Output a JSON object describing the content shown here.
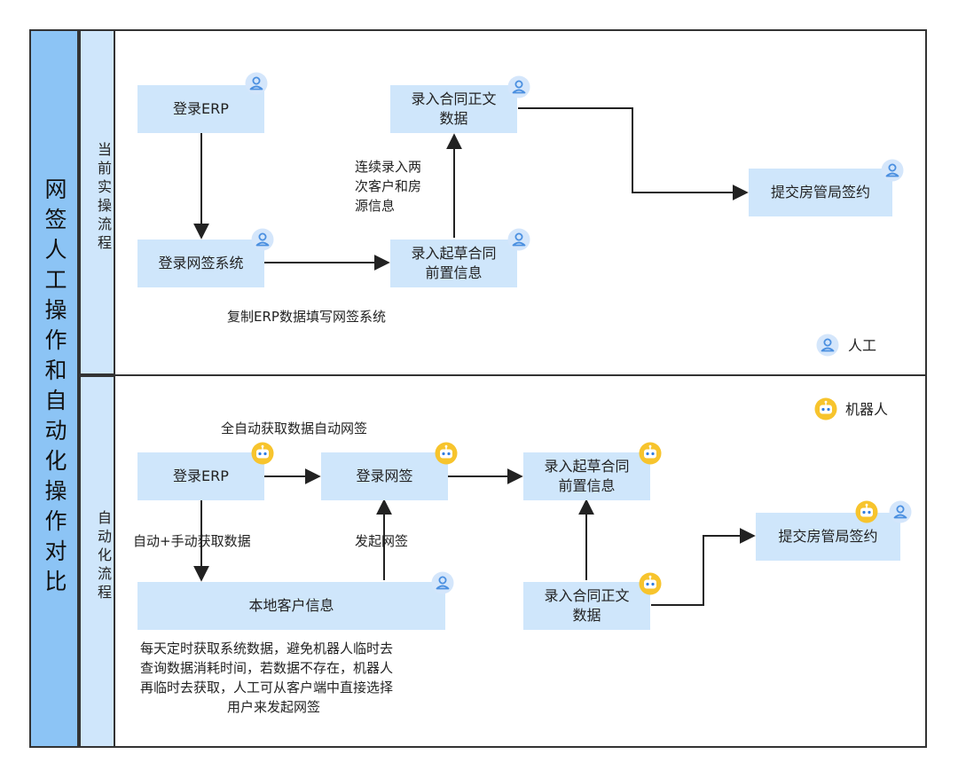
{
  "main_title": "网签人工操作和自动化操作对比",
  "sections": {
    "current": "当前实操流程",
    "auto": "自动化流程"
  },
  "current": {
    "login_erp": "登录ERP",
    "login_netsign": "登录网签系统",
    "draft_pre_line1": "录入起草合同",
    "draft_pre_line2": "前置信息",
    "contract_body_line1": "录入合同正文",
    "contract_body_line2": "数据",
    "submit": "提交房管局签约",
    "note_copy": "复制ERP数据填写网签系统",
    "note_twice_line1": "连续录入两",
    "note_twice_line2": "次客户和房",
    "note_twice_line3": "源信息",
    "legend_manual": "人工"
  },
  "auto": {
    "login_erp": "登录ERP",
    "login_netsign": "登录网签",
    "draft_pre_line1": "录入起草合同",
    "draft_pre_line2": "前置信息",
    "contract_body_line1": "录入合同正文",
    "contract_body_line2": "数据",
    "submit": "提交房管局签约",
    "local_customer": "本地客户信息",
    "note_full_auto": "全自动获取数据自动网签",
    "note_fetch": "自动+手动获取数据",
    "note_initiate": "发起网签",
    "note_desc_line1": "每天定时获取系统数据，避免机器人临时去",
    "note_desc_line2": "查询数据消耗时间，若数据不存在，机器人",
    "note_desc_line3": "再临时去获取，人工可从客户端中直接选择",
    "note_desc_line4": "用户来发起网签",
    "legend_robot": "机器人"
  },
  "colors": {
    "main_column": "#8cc4f5",
    "box_fill": "#cfe6fb",
    "border": "#333333",
    "robot_icon": "#f7c42d",
    "person_icon": "#4a8fe0"
  },
  "icons": {
    "person": "person-icon",
    "robot": "robot-icon"
  }
}
